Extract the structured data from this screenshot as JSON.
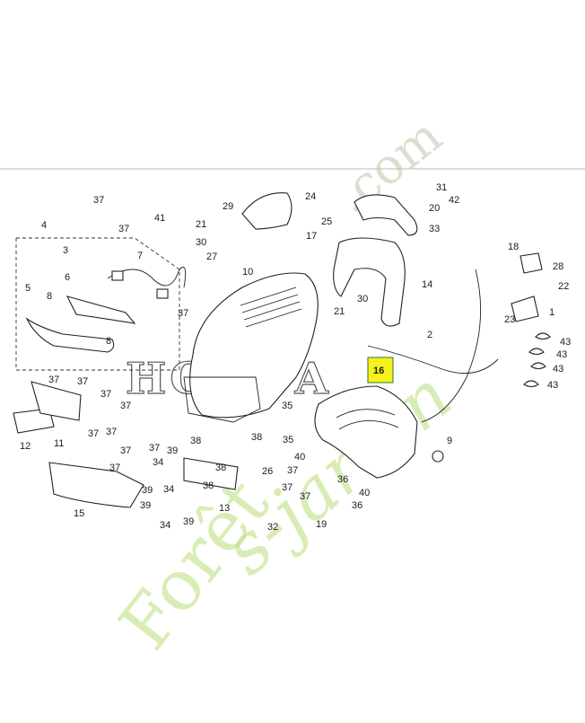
{
  "brand_text": "HONDA",
  "watermark": {
    "main": "Forêt",
    "tail": ".com",
    "cursive": "s-jardin"
  },
  "highlight": {
    "label": "16",
    "color": "#f5f21c"
  },
  "labels": [
    "4",
    "3",
    "5",
    "6",
    "8",
    "7",
    "8",
    "37",
    "37",
    "37",
    "41",
    "21",
    "30",
    "27",
    "29",
    "24",
    "17",
    "25",
    "31",
    "42",
    "20",
    "33",
    "18",
    "28",
    "22",
    "23",
    "1",
    "43",
    "43",
    "43",
    "43",
    "2",
    "14",
    "30",
    "21",
    "10",
    "37",
    "37",
    "37",
    "37",
    "11",
    "12",
    "37",
    "37",
    "37",
    "37",
    "15",
    "38",
    "38",
    "38",
    "37",
    "34",
    "39",
    "34",
    "39",
    "34",
    "39",
    "39",
    "38",
    "13",
    "26",
    "32",
    "19",
    "35",
    "35",
    "40",
    "40",
    "37",
    "37",
    "37",
    "36",
    "36",
    "9"
  ]
}
